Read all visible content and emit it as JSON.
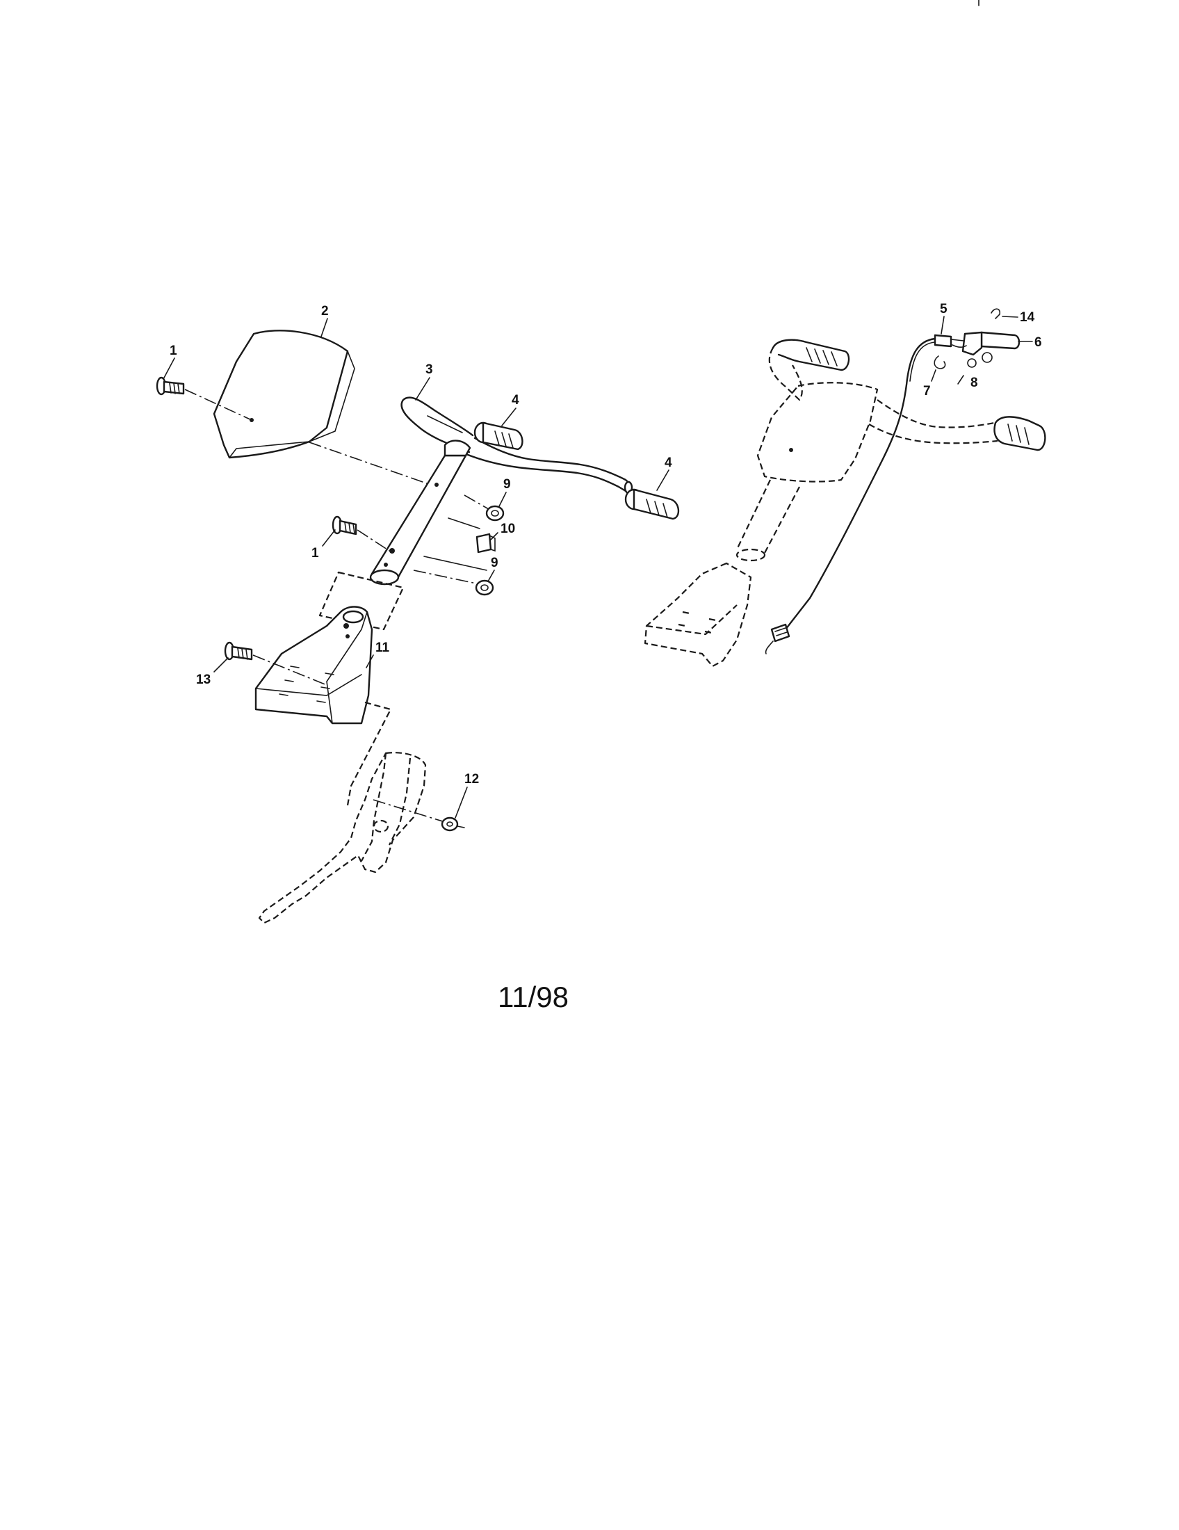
{
  "labels": {
    "l1a": "1",
    "l2": "2",
    "l3": "3",
    "l4a": "4",
    "l4b": "4",
    "l9a": "9",
    "l10": "10",
    "l1b": "1",
    "l9b": "9",
    "l11": "11",
    "l13": "13",
    "l12": "12",
    "l5": "5",
    "l14": "14",
    "l6": "6",
    "l7": "7",
    "l8": "8"
  },
  "footer": "11/98"
}
